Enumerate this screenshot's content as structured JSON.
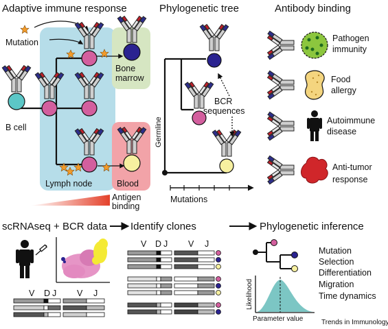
{
  "panels": {
    "adaptive": {
      "title": "Adaptive immune response",
      "mutation": "Mutation",
      "bcell": "B cell",
      "bone_marrow": [
        "Bone",
        "marrow"
      ],
      "lymph_node": "Lymph node",
      "blood": "Blood",
      "antigen_binding": [
        "Antigen",
        "binding"
      ]
    },
    "phylo": {
      "title": "Phylogenetic tree",
      "germline": "Germline",
      "bcr": [
        "BCR",
        "sequences"
      ],
      "mutations": "Mutations"
    },
    "antibody": {
      "title": "Antibody binding",
      "items": [
        {
          "lines": [
            "Pathogen",
            "immunity"
          ]
        },
        {
          "lines": [
            "Food",
            "allergy"
          ]
        },
        {
          "lines": [
            "Autoimmune",
            "disease"
          ]
        },
        {
          "lines": [
            "Anti-tumor",
            "response"
          ]
        }
      ]
    }
  },
  "bottom": {
    "scrna_title": "scRNAseq + BCR data",
    "clones_title": "Identify clones",
    "inference_title": "Phylogenetic inference",
    "gene_labels": [
      "V",
      "D",
      "J",
      "V",
      "J"
    ],
    "likelihood": "Likelihood",
    "parameter": "Parameter value",
    "inference_items": [
      "Mutation",
      "Selection",
      "Differentiation",
      "Migration",
      "Time dynamics"
    ],
    "credit": "Trends in Immunology"
  },
  "colors": {
    "heavy_dark": "#2d2e8a",
    "light_red": "#c0202a",
    "cyan_cell": "#5cc7c7",
    "pink_cell": "#d35f9e",
    "navy_cell": "#2a2390",
    "yellow_cell": "#f7f0a0",
    "lymph_bg": "#b6dde9",
    "bone_bg": "#d6e6c2",
    "blood_bg": "#f2a3a8",
    "star": "#f29b2a",
    "pathogen": "#8cc63e",
    "food": "#f4d57f",
    "tumor": "#d0262a",
    "umap_pink": "#e38ac0",
    "umap_yellow": "#f4ea35",
    "curve": "#7cc6c4"
  }
}
